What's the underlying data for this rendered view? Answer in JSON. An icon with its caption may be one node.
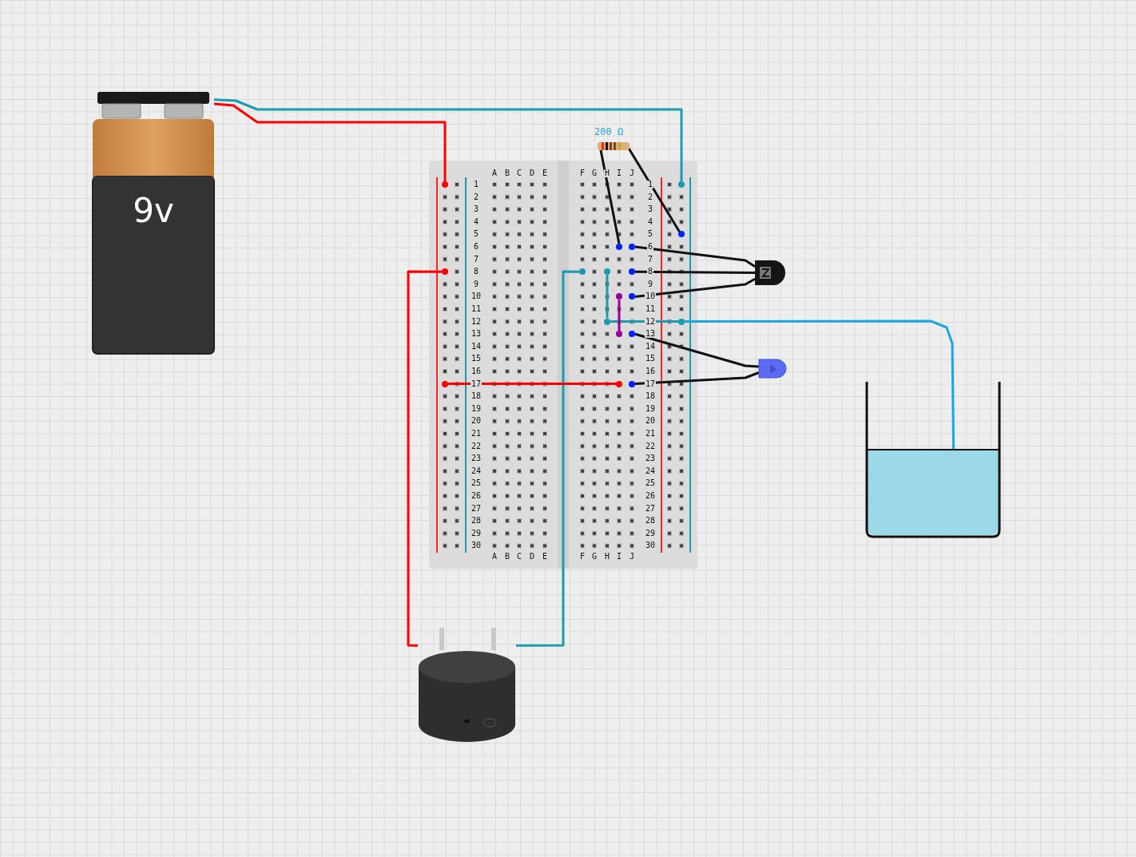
{
  "diagram": {
    "nodes": [
      {
        "text": [
          "9v"
        ]
      },
      {
        "text": [],
        "shape": "box"
      },
      {
        "text": [],
        "shape": "picture",
        "beside": [
          "200 Ω"
        ]
      },
      {
        "text": [],
        "shape": "picture"
      },
      {
        "text": [],
        "shape": "picture"
      },
      {
        "text": [],
        "shape": "picture"
      },
      {
        "text": [],
        "shape": "box",
        "in": 5
      },
      {
        "text": [],
        "shape": "picture"
      },
      {
        "text": [],
        "shape": "circle",
        "in": 1
      },
      {
        "text": [],
        "shape": "circle",
        "in": 1
      },
      {
        "text": [],
        "shape": "circle",
        "in": 1
      },
      {
        "text": [],
        "shape": "circle",
        "in": 1
      },
      {
        "text": [],
        "shape": "circle",
        "in": 1
      },
      {
        "text": [],
        "shape": "circle",
        "in": 1
      },
      {
        "text": [],
        "shape": "circle",
        "in": 1
      },
      {
        "text": [],
        "shape": "circle",
        "in": 1
      },
      {
        "text": [],
        "shape": "circle",
        "in": 1
      },
      {
        "text": [],
        "shape": "circle",
        "in": 1
      },
      {
        "text": [],
        "shape": "circle",
        "in": 1
      },
      {
        "text": [],
        "shape": "circle",
        "in": 1
      },
      {
        "text": [],
        "shape": "circle",
        "in": 1
      },
      {
        "text": [],
        "shape": "circle",
        "in": 1
      },
      {
        "text": [],
        "shape": "circle",
        "in": 1
      },
      {
        "text": [],
        "shape": "circle",
        "in": 1
      },
      {
        "text": [],
        "shape": "circle",
        "in": 1
      },
      {
        "text": [],
        "shape": "circle",
        "in": 1
      }
    ],
    "edges": [
      {
        "from": 0,
        "to": 9,
        "arrow": "none",
        "color": "#1a9bb0"
      },
      {
        "from": 0,
        "to": 8,
        "arrow": "none",
        "color": "#ff0000"
      },
      {
        "from": 2,
        "to": 11,
        "arrow": "none"
      },
      {
        "from": 2,
        "to": 10,
        "arrow": "none"
      },
      {
        "from": 3,
        "to": 12,
        "arrow": "none"
      },
      {
        "from": 3,
        "to": 15,
        "arrow": "none"
      },
      {
        "from": 3,
        "to": 16,
        "arrow": "none"
      },
      {
        "from": 4,
        "to": 18,
        "arrow": "none"
      },
      {
        "from": 4,
        "to": 19,
        "arrow": "none"
      },
      {
        "from": 7,
        "to": 13,
        "arrow": "none",
        "color": "#ff0000"
      },
      {
        "from": 7,
        "to": 14,
        "arrow": "none",
        "color": "#1a9bb0"
      },
      {
        "from": 17,
        "to": 6,
        "arrow": "none",
        "color": "#1aa7e0"
      },
      {
        "from": 22,
        "to": 23,
        "arrow": "none",
        "color": "#1a9bb0"
      },
      {
        "from": 23,
        "to": 17,
        "arrow": "none",
        "color": "#1a9bb0"
      },
      {
        "from": 20,
        "to": 21,
        "arrow": "none",
        "color": "#990099"
      },
      {
        "from": 24,
        "to": 25,
        "arrow": "none",
        "color": "#ff0000"
      }
    ],
    "labels": [
      "A",
      "B",
      "C",
      "D",
      "E",
      "F",
      "G",
      "H",
      "I",
      "J",
      "1",
      "1",
      "2",
      "2",
      "3",
      "3",
      "4",
      "4",
      "5",
      "5",
      "6",
      "6",
      "7",
      "7",
      "8",
      "8",
      "9",
      "9",
      "10",
      "10",
      "11",
      "11",
      "12",
      "12",
      "13",
      "13",
      "14",
      "14",
      "15",
      "15",
      "16",
      "16",
      "17",
      "17",
      "18",
      "18",
      "19",
      "19",
      "20",
      "20",
      "21",
      "21",
      "22",
      "22",
      "23",
      "23",
      "24",
      "24",
      "25",
      "25",
      "26",
      "26",
      "27",
      "27",
      "28",
      "28",
      "29",
      "29",
      "30",
      "30",
      "A",
      "B",
      "C",
      "D",
      "E",
      "F",
      "G",
      "H",
      "I",
      "J"
    ]
  }
}
